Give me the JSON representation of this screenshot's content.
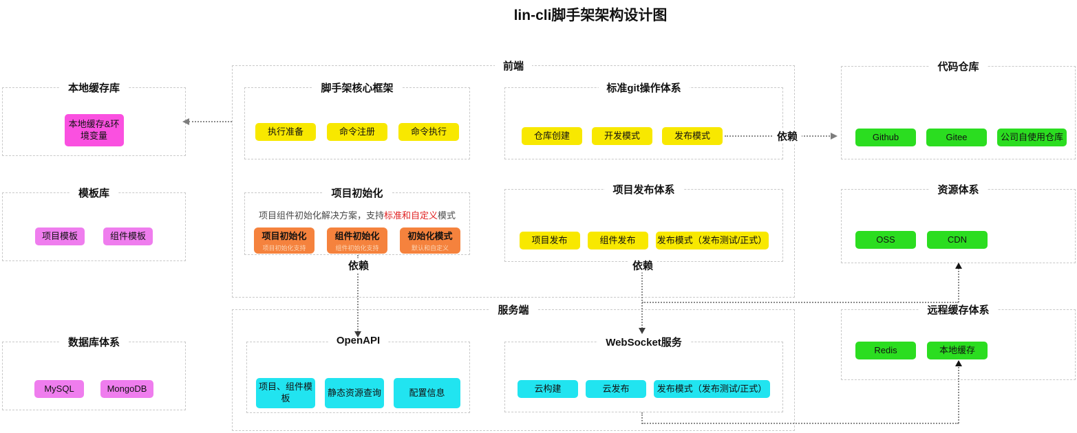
{
  "title": "lin-cli脚手架架构设计图",
  "colors": {
    "yellow": "#F8E800",
    "magenta_bright": "#FA50E0",
    "magenta": "#EF7DEE",
    "orange": "#F5823D",
    "orange_subtitle": "#FBD5B5",
    "green": "#2BDD20",
    "cyan": "#21E4F0",
    "red_highlight": "#E02020",
    "box_border": "#c8c8c8"
  },
  "left_column": {
    "local_cache": {
      "title": "本地缓存库",
      "items": [
        "本地缓存&环境变量"
      ]
    },
    "template_lib": {
      "title": "模板库",
      "items": [
        "项目模板",
        "组件模板"
      ]
    },
    "database": {
      "title": "数据库体系",
      "items": [
        "MySQL",
        "MongoDB"
      ]
    }
  },
  "frontend": {
    "label": "前端",
    "core": {
      "title": "脚手架核心框架",
      "items": [
        "执行准备",
        "命令注册",
        "命令执行"
      ]
    },
    "git": {
      "title": "标准git操作体系",
      "items": [
        "仓库创建",
        "开发模式",
        "发布模式"
      ]
    },
    "init": {
      "title": "项目初始化",
      "desc_prefix": "项目组件初始化解决方案，支持",
      "desc_highlight": "标准和自定义",
      "desc_suffix": "模式",
      "cards": [
        {
          "title": "项目初始化",
          "subtitle": "项目初始化支持"
        },
        {
          "title": "组件初始化",
          "subtitle": "组件初始化支持"
        },
        {
          "title": "初始化模式",
          "subtitle": "默认和自定义"
        }
      ]
    },
    "publish": {
      "title": "项目发布体系",
      "items": [
        "项目发布",
        "组件发布",
        "发布模式（发布测试/正式）"
      ]
    }
  },
  "server": {
    "label": "服务端",
    "openapi": {
      "title": "OpenAPI",
      "items": [
        "项目、组件模板",
        "静态资源查询",
        "配置信息"
      ]
    },
    "websocket": {
      "title": "WebSocket服务",
      "items": [
        "云构建",
        "云发布",
        "发布模式（发布测试/正式）"
      ]
    }
  },
  "right_column": {
    "repo": {
      "title": "代码仓库",
      "items": [
        "Github",
        "Gitee",
        "公司自使用仓库"
      ]
    },
    "resource": {
      "title": "资源体系",
      "items": [
        "OSS",
        "CDN"
      ]
    },
    "remote_cache": {
      "title": "远程缓存体系",
      "items": [
        "Redis",
        "本地缓存"
      ]
    }
  },
  "edges": {
    "git_to_repo": "依赖",
    "init_to_openapi": "依赖",
    "publish_to_server": "依赖"
  }
}
